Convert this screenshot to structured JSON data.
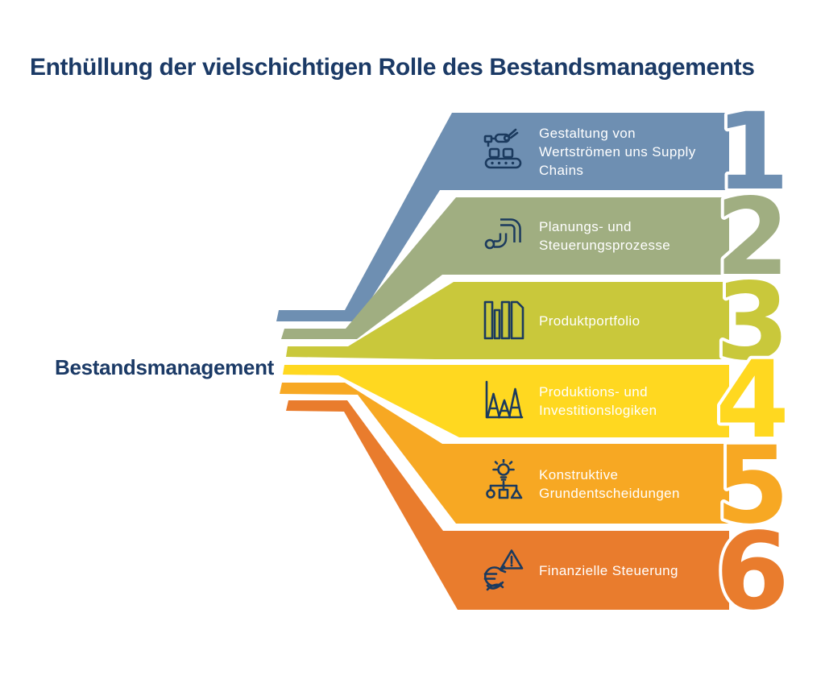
{
  "title": "Enthüllung der vielschichtigen Rolle des Bestandsmanagements",
  "center_label": "Bestandsmanagement",
  "colors": {
    "background": "#ffffff",
    "title_text": "#1b3a66",
    "icon_line": "#1b3a5e",
    "band_text": "#ffffff",
    "number_outline": "#ffffff"
  },
  "bands": [
    {
      "number": "1",
      "color": "#6e8fb2",
      "icon": "robot-arm-conveyor-icon",
      "label": "Gestaltung von Wertströmen uns Supply Chains",
      "lines": [
        "Gestaltung von",
        "Wertströmen uns Supply",
        "Chains"
      ]
    },
    {
      "number": "2",
      "color": "#a0ae81",
      "icon": "pipeline-process-icon",
      "label": "Planungs- und Steuerungsprozesse",
      "lines": [
        "Planungs- und",
        "Steuerungsprozesse"
      ]
    },
    {
      "number": "3",
      "color": "#c9c83b",
      "icon": "product-portfolio-books-icon",
      "label": "Produktportfolio",
      "lines": [
        "Produktportfolio"
      ]
    },
    {
      "number": "4",
      "color": "#ffd820",
      "icon": "production-chart-peaks-icon",
      "label": "Produktions- und Investitionslogiken",
      "lines": [
        "Produktions- und",
        "Investitionslogiken"
      ]
    },
    {
      "number": "5",
      "color": "#f7a823",
      "icon": "idea-decision-tree-icon",
      "label": "Konstruktive Grundentscheidungen",
      "lines": [
        "Konstruktive",
        "Grundentscheidungen"
      ]
    },
    {
      "number": "6",
      "color": "#e97c2d",
      "icon": "euro-warning-icon",
      "label": "Finanzielle Steuerung",
      "lines": [
        "Finanzielle Steuerung"
      ]
    }
  ]
}
